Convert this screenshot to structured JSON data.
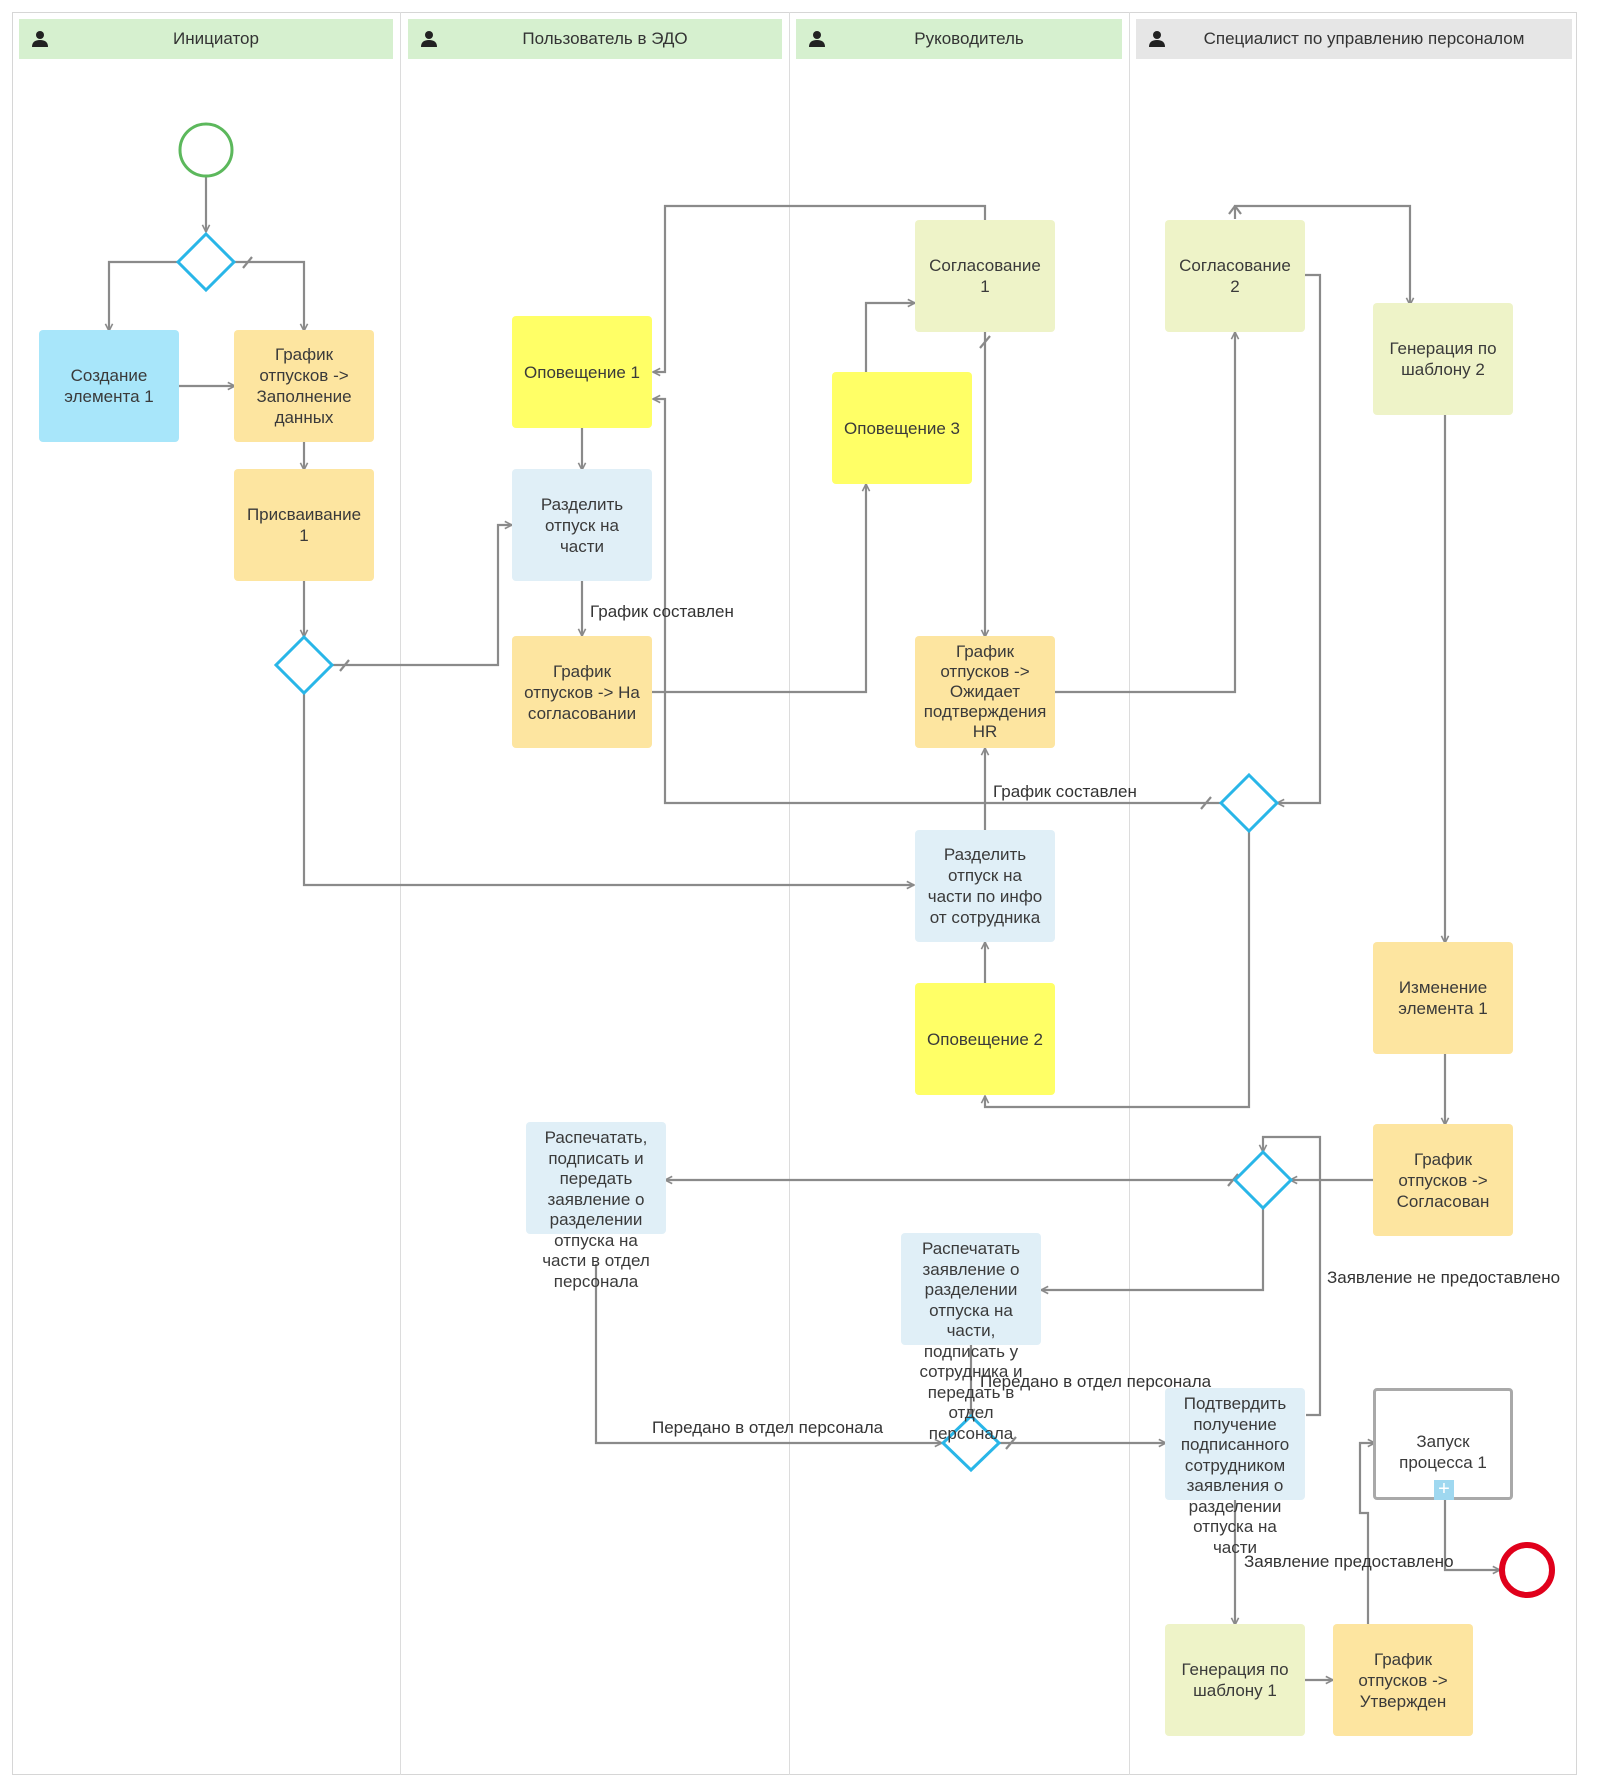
{
  "lanes": [
    {
      "title": "Инициатор"
    },
    {
      "title": "Пользователь в ЭДО"
    },
    {
      "title": "Руководитель"
    },
    {
      "title": "Специалист по управлению персоналом"
    }
  ],
  "nodes": {
    "create_element": "Создание\nэлемента 1",
    "schedule_fill": "График\nотпусков ->\nЗаполнение\nданных",
    "assign": "Присваивание\n1",
    "notify1": "Оповещение 1",
    "split1": "Разделить\nотпуск на\nчасти",
    "schedule_review": "График\nотпусков -> На\nсогласовании",
    "approval1": "Согласование\n1",
    "notify3": "Оповещение 3",
    "schedule_hr": "График\nотпусков ->\nОжидает\nподтверждения\nHR",
    "split2": "Разделить\nотпуск на\nчасти по инфо\nот сотрудника",
    "notify2": "Оповещение 2",
    "approval2": "Согласование\n2",
    "gen2": "Генерация по\nшаблону 2",
    "change": "Изменение\nэлемента 1",
    "schedule_approved": "График\nотпусков ->\nСогласован",
    "print1": "Распечатать,\nподписать и\nпередать\nзаявление о\nразделении\nотпуска на\nчасти в отдел\nперсонала",
    "print2": "Распечатать\nзаявление о\nразделении\nотпуска на\nчасти,\nподписать у\nсотрудника и\nпередать в\nотдел\nперсонала",
    "confirm": "Подтвердить\nполучение\nподписанного\nсотрудником\nзаявления о\nразделении\nотпуска на\nчасти",
    "gen1": "Генерация по\nшаблону 1",
    "schedule_final": "График\nотпусков ->\nУтвержден",
    "subprocess": "Запуск\nпроцесса 1",
    "subprocess_plus": "+"
  },
  "edge_labels": {
    "e1": "График составлен",
    "e2": "График составлен",
    "e3": "Заявление не предоставлено",
    "e4": "Передано в отдел персонала",
    "e5": "Передано в отдел персонала",
    "e6": "Заявление предоставлено"
  },
  "colors": {
    "edge": "#8a8a8a",
    "gateway": "#29b6e8",
    "start": "#5cb85c",
    "end": "#e0001b",
    "lane_head_green": "#d6f0cf",
    "lane_head_gray": "#e6e6e6"
  }
}
